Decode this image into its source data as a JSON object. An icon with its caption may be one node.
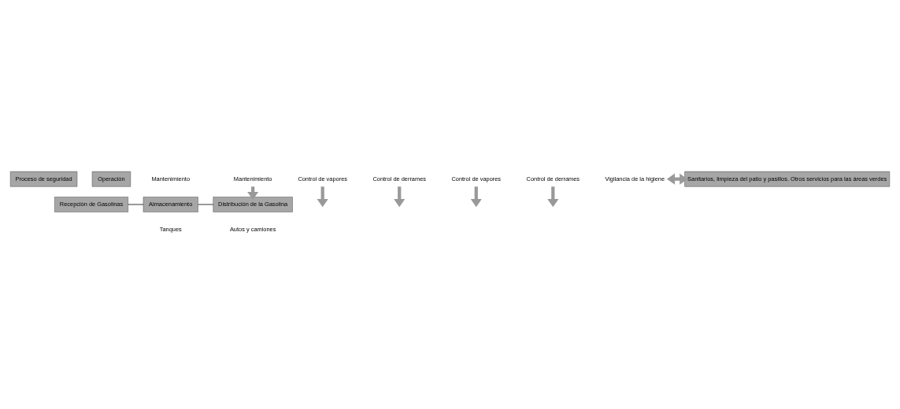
{
  "diagram": {
    "nodes": [
      {
        "text": [
          "Proceso de seguridad"
        ]
      },
      {
        "text": [
          "Operación"
        ]
      },
      {
        "text": [
          "Recepción de Gasolinas"
        ]
      },
      {
        "text": [
          "Almacenamiento"
        ],
        "beside": [
          "Mantenimiento",
          "Tanques"
        ]
      },
      {
        "text": [
          "Distribución de la Gasolina"
        ],
        "beside": [
          "Autos y camiones"
        ]
      },
      {
        "text": [
          "Control de vapores"
        ]
      },
      {
        "text": [
          "Control de derrames"
        ]
      },
      {
        "text": [
          "Control de vapores"
        ]
      },
      {
        "text": [
          "Control de derrames"
        ]
      },
      {
        "text": [
          "Mantenimiento"
        ]
      },
      {
        "text": [
          "Vigilancia de la higiene"
        ]
      },
      {
        "text": [
          "Sanitarios, limpieza del patio y pasillos. Otros servicios para las áreas verdes"
        ]
      }
    ],
    "edges": [
      {
        "from": 2,
        "to": 3,
        "arrow": "none",
        "color": "#000000"
      },
      {
        "from": 3,
        "to": 4,
        "arrow": "none",
        "color": "#000000"
      },
      {
        "from": 5,
        "to": null,
        "arrow": "to"
      },
      {
        "from": 6,
        "to": null,
        "arrow": "to"
      },
      {
        "from": 7,
        "to": null,
        "arrow": "to"
      },
      {
        "from": 8,
        "to": null,
        "arrow": "to"
      },
      {
        "from": 9,
        "to": 4,
        "arrow": "to"
      },
      {
        "from": 10,
        "to": 11,
        "arrow": "both"
      }
    ]
  }
}
